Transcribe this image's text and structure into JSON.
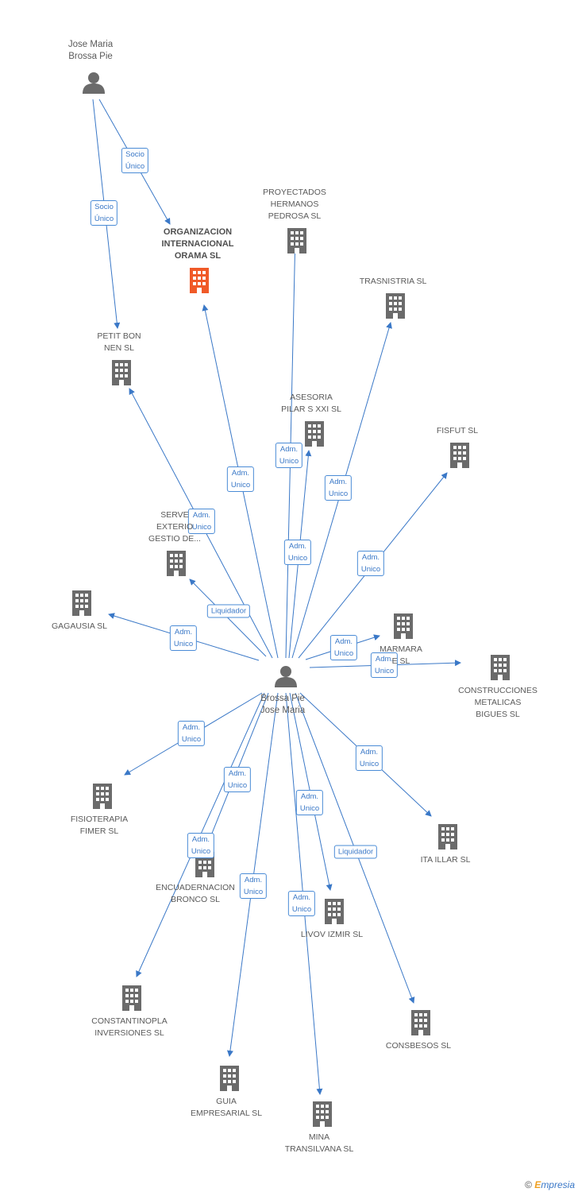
{
  "nodes": [
    {
      "id": "p_top",
      "kind": "person",
      "label": [
        "Jose Maria",
        "Brossa Pie"
      ]
    },
    {
      "id": "p_main",
      "kind": "person",
      "label": [
        "Brossa Pie",
        "Jose Maria"
      ]
    },
    {
      "id": "orama",
      "kind": "focus",
      "label": [
        "ORGANIZACION",
        "INTERNACIONAL",
        "ORAMA SL"
      ]
    },
    {
      "id": "proy",
      "kind": "company",
      "label": [
        "PROYECTADOS",
        "HERMANOS",
        "PEDROSA SL"
      ]
    },
    {
      "id": "trasn",
      "kind": "company",
      "label": [
        "TRASNISTRIA SL"
      ]
    },
    {
      "id": "petit",
      "kind": "company",
      "label": [
        "PETIT BON",
        "NEN SL"
      ]
    },
    {
      "id": "aseso",
      "kind": "company",
      "label": [
        "ASESORIA",
        "PILAR S XXI SL"
      ]
    },
    {
      "id": "fisfut",
      "kind": "company",
      "label": [
        "FISFUT SL"
      ]
    },
    {
      "id": "serve",
      "kind": "company",
      "label": [
        "SERVE",
        "EXTERIO",
        "GESTIO DE..."
      ]
    },
    {
      "id": "gagausia",
      "kind": "company",
      "label": [
        "GAGAUSIA SL"
      ]
    },
    {
      "id": "marmara",
      "kind": "company",
      "label": [
        "MARMARA",
        "E SL"
      ]
    },
    {
      "id": "constr",
      "kind": "company",
      "label": [
        "CONSTRUCCIONES",
        "METALICAS",
        "BIGUES SL"
      ]
    },
    {
      "id": "fisio",
      "kind": "company",
      "label": [
        "FISIOTERAPIA",
        "FIMER SL"
      ]
    },
    {
      "id": "itaillar",
      "kind": "company",
      "label": [
        "ITA ILLAR SL"
      ]
    },
    {
      "id": "encuad",
      "kind": "company",
      "label": [
        "ENCUADERNACION",
        "BRONCO SL"
      ]
    },
    {
      "id": "livov",
      "kind": "company",
      "label": [
        "LIVOV IZMIR SL"
      ]
    },
    {
      "id": "constan",
      "kind": "company",
      "label": [
        "CONSTANTINOPLA",
        "INVERSIONES SL"
      ]
    },
    {
      "id": "consbesos",
      "kind": "company",
      "label": [
        "CONSBESOS SL"
      ]
    },
    {
      "id": "guia",
      "kind": "company",
      "label": [
        "GUIA",
        "EMPRESARIAL SL"
      ]
    },
    {
      "id": "mina",
      "kind": "company",
      "label": [
        "MINA",
        "TRANSILVANA SL"
      ]
    }
  ],
  "edges": [
    {
      "from": "p_top",
      "to": "orama",
      "label": [
        "Socio",
        "Único"
      ]
    },
    {
      "from": "p_top",
      "to": "petit",
      "label": [
        "Socio",
        "Único"
      ]
    },
    {
      "from": "p_main",
      "to": "orama",
      "label": [
        "Adm.",
        "Unico"
      ]
    },
    {
      "from": "p_main",
      "to": "proy",
      "label": [
        "Adm.",
        "Unico"
      ]
    },
    {
      "from": "p_main",
      "to": "aseso",
      "label": [
        "Adm.",
        "Unico"
      ]
    },
    {
      "from": "p_main",
      "to": "trasn",
      "label": [
        "Adm.",
        "Unico"
      ]
    },
    {
      "from": "p_main",
      "to": "petit",
      "label": [
        "Adm.",
        "Unico"
      ]
    },
    {
      "from": "p_main",
      "to": "fisfut",
      "label": [
        "Adm.",
        "Unico"
      ]
    },
    {
      "from": "p_main",
      "to": "serve",
      "label": [
        "Liquidador"
      ]
    },
    {
      "from": "p_main",
      "to": "gagausia",
      "label": [
        "Adm.",
        "Unico"
      ]
    },
    {
      "from": "p_main",
      "to": "marmara",
      "label": [
        "Adm.",
        "Unico"
      ]
    },
    {
      "from": "p_main",
      "to": "constr",
      "label": [
        "Adm.",
        "Unico"
      ]
    },
    {
      "from": "p_main",
      "to": "fisio",
      "label": [
        "Adm.",
        "Unico"
      ]
    },
    {
      "from": "p_main",
      "to": "itaillar",
      "label": [
        "Adm.",
        "Unico"
      ]
    },
    {
      "from": "p_main",
      "to": "encuad",
      "label": [
        "Adm.",
        "Unico"
      ]
    },
    {
      "from": "p_main",
      "to": "constan",
      "label": [
        "Adm.",
        "Unico"
      ]
    },
    {
      "from": "p_main",
      "to": "livov",
      "label": [
        "Adm.",
        "Unico"
      ]
    },
    {
      "from": "p_main",
      "to": "consbesos",
      "label": [
        "Liquidador"
      ]
    },
    {
      "from": "p_main",
      "to": "guia",
      "label": [
        "Adm.",
        "Unico"
      ]
    },
    {
      "from": "p_main",
      "to": "mina",
      "label": [
        "Adm.",
        "Unico"
      ]
    }
  ],
  "colors": {
    "edge": "#3a78c7",
    "company": "#6b6b6b",
    "focus": "#f05a28",
    "person": "#6b6b6b"
  },
  "footer": {
    "copyright": "©",
    "brand_initial": "E",
    "brand_rest": "mpresia"
  }
}
